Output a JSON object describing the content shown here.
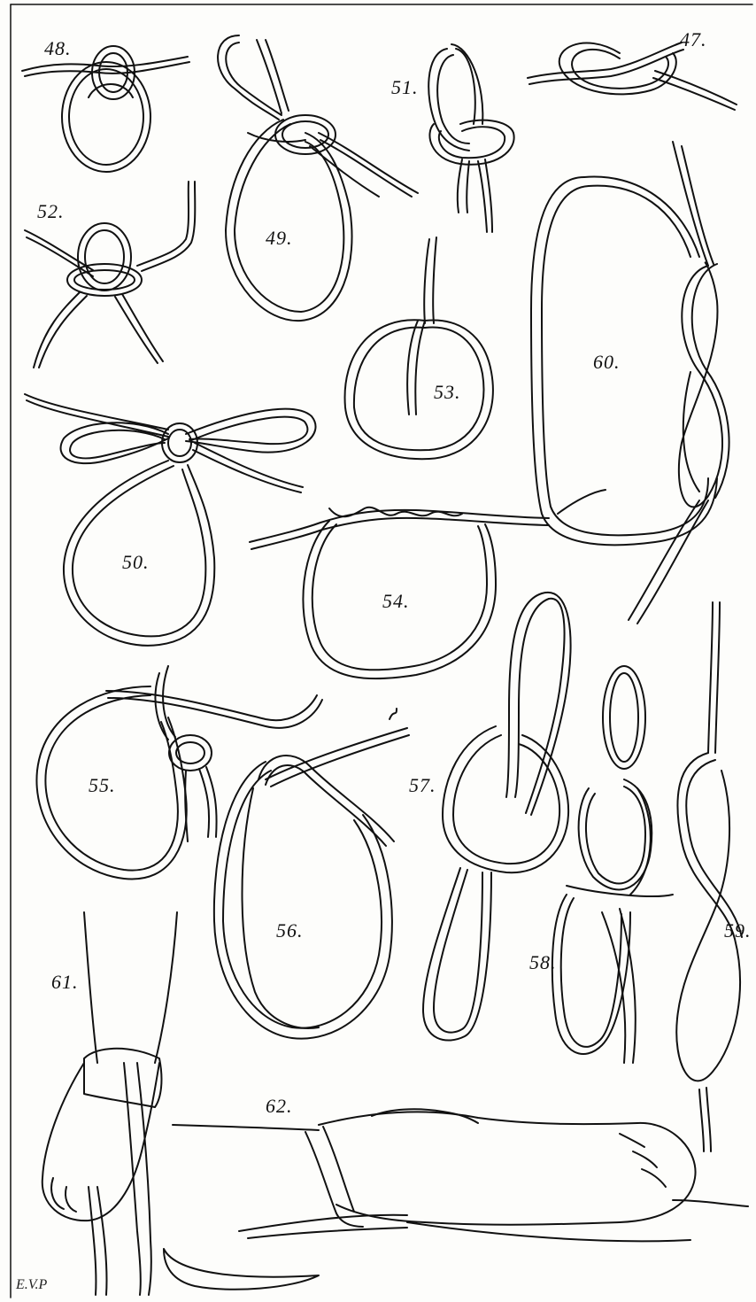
{
  "plate": {
    "figure_numbers": {
      "fig47": "47.",
      "fig48": "48.",
      "fig49": "49.",
      "fig50": "50.",
      "fig51": "51.",
      "fig52": "52.",
      "fig53": "53.",
      "fig54": "54.",
      "fig55": "55.",
      "fig56": "56.",
      "fig57": "57.",
      "fig58": "58.",
      "fig59": "59.",
      "fig60": "60.",
      "fig61": "61.",
      "fig62": "62."
    },
    "signature": "E.V.P",
    "colors": {
      "ink": "#111111",
      "paper": "#fdfdfb"
    }
  }
}
